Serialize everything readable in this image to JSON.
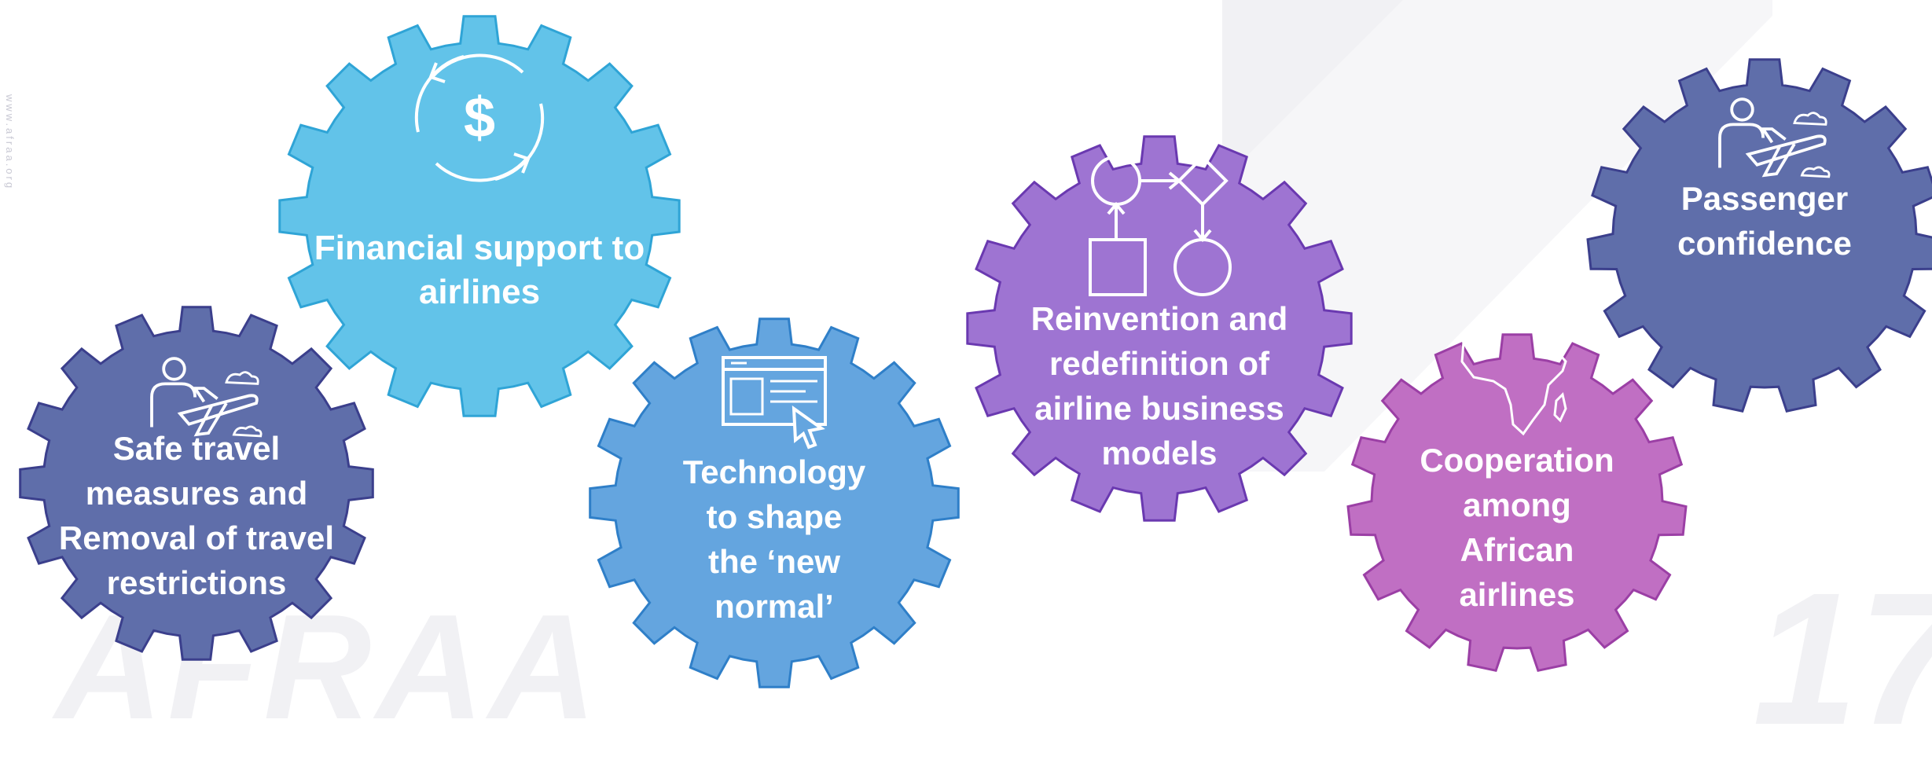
{
  "side_text": "www.afraa.org",
  "watermark_left": "AFRAA",
  "watermark_right": "17",
  "gears": [
    {
      "id": "financial",
      "lines": [
        "Financial support to",
        "airlines"
      ],
      "color": "#62c3e9",
      "stroke": "#2fa4d6",
      "icon": "dollar-cycle-icon"
    },
    {
      "id": "safe-travel",
      "lines": [
        "Safe travel",
        "measures and",
        "Removal of travel",
        "restrictions"
      ],
      "color": "#5f6eaa",
      "stroke": "#3b3f8c",
      "icon": "traveller-plane-icon"
    },
    {
      "id": "technology",
      "lines": [
        "Technology",
        "to shape",
        "the ‘new",
        "normal’"
      ],
      "color": "#64a5df",
      "stroke": "#2f7fc8",
      "icon": "browser-cursor-icon"
    },
    {
      "id": "reinvention",
      "lines": [
        "Reinvention and",
        "redefinition of",
        "airline business",
        "models"
      ],
      "color": "#9e74d2",
      "stroke": "#6a39b0",
      "icon": "flowchart-icon"
    },
    {
      "id": "cooperation",
      "lines": [
        "Cooperation",
        "among",
        "African",
        "airlines"
      ],
      "color": "#c06fc3",
      "stroke": "#9b3fa5",
      "icon": "africa-map-icon"
    },
    {
      "id": "passenger",
      "lines": [
        "Passenger",
        "confidence"
      ],
      "color": "#5f6eaa",
      "stroke": "#3b3f8c",
      "icon": "traveller-plane-icon"
    }
  ]
}
